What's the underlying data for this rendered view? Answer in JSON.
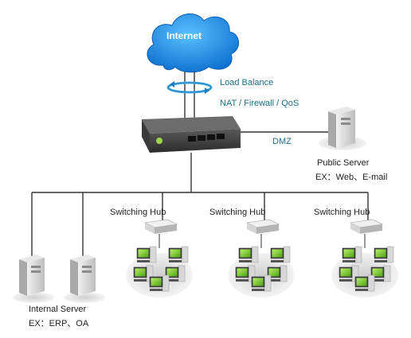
{
  "cloud": {
    "label": "Internet"
  },
  "router_features": {
    "load_balance": "Load Balance",
    "nat": "NAT / Firewall / QoS"
  },
  "dmz": {
    "label": "DMZ"
  },
  "public_server": {
    "title": "Public Server",
    "examples": "EX：Web、E-mail"
  },
  "internal_server": {
    "title": "Internal Server",
    "examples": "EX：ERP、OA"
  },
  "switch_labels": [
    "Switching Hub",
    "Switching Hub",
    "Switching Hub"
  ],
  "colors": {
    "cloud": "#1e8fe0",
    "line": "#333333",
    "accent": "#1a6f8a",
    "monitor": "#6fc21b"
  }
}
